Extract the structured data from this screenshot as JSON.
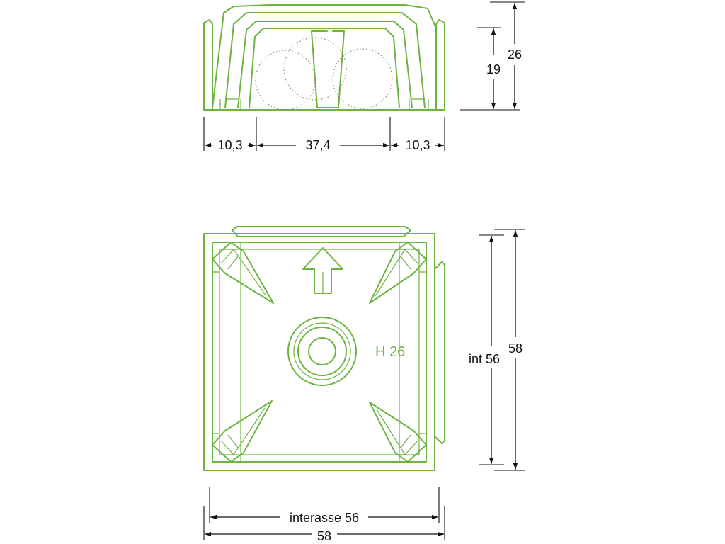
{
  "colors": {
    "line": "#6db33f",
    "dimension": "#111111",
    "hidden": "#888888"
  },
  "side_view": {
    "dims": {
      "left": "10,3",
      "middle": "37,4",
      "right": "10,3",
      "inner_height": "19",
      "total_height": "26"
    }
  },
  "top_view": {
    "marking": "H 26",
    "icon": "arrow-up-icon",
    "dims": {
      "inner_height": "int 56",
      "total_height": "58",
      "center_distance": "interasse 56",
      "total_width": "58"
    }
  }
}
